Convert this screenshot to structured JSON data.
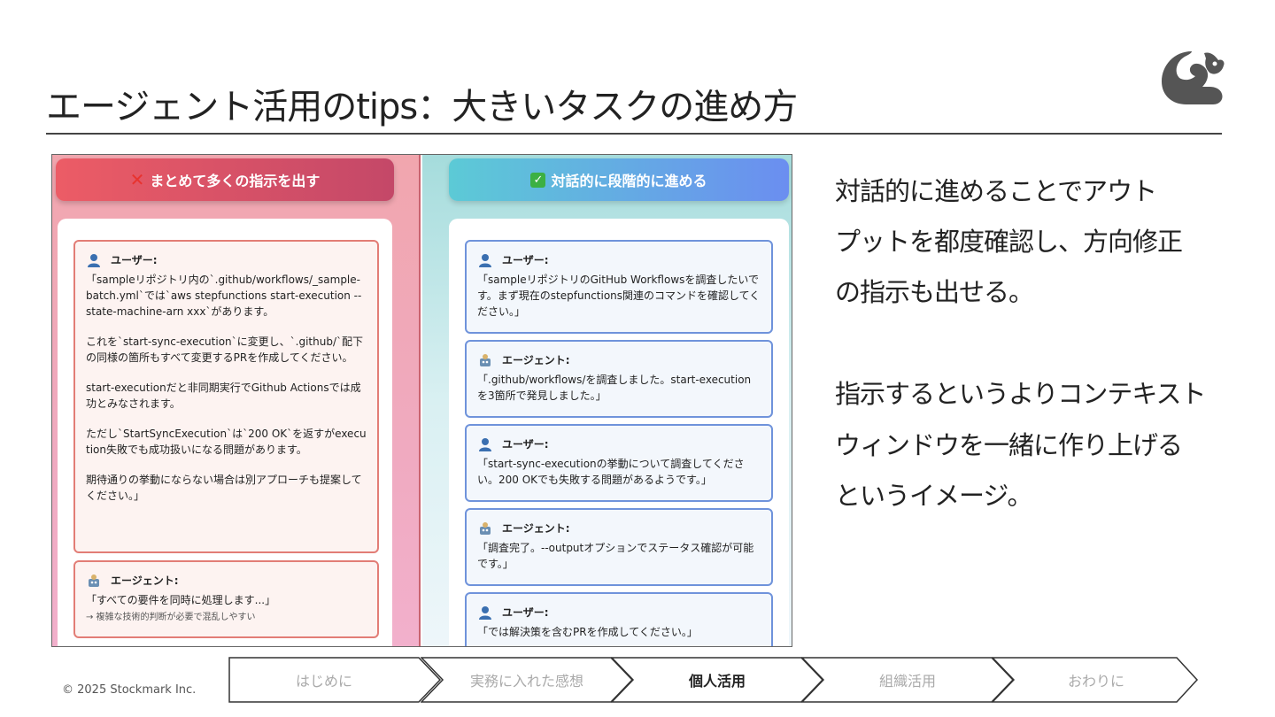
{
  "slide": {
    "title": "エージェント活用のtips：大きいタスクの進め方",
    "copyright": "© 2025 Stockmark Inc."
  },
  "left_panel": {
    "heading": "まとめて多くの指示を出す",
    "heading_icon": "cross-mark",
    "messages": [
      {
        "speaker": "ユーザー:",
        "icon": "user-icon",
        "paragraphs": [
          "「sampleリポジトリ内の`.github/workflows/_sample-batch.yml`では`aws stepfunctions start-execution --state-machine-arn xxx`があります。",
          "これを`start-sync-execution`に変更し、`.github/`配下の同様の箇所もすべて変更するPRを作成してください。",
          "start-executionだと非同期実行でGithub Actionsでは成功とみなされます。",
          "ただし`StartSyncExecution`は`200 OK`を返すがexecution失敗でも成功扱いになる問題があります。",
          "期待通りの挙動にならない場合は別アプローチも提案してください。」"
        ]
      },
      {
        "speaker": "エージェント:",
        "icon": "robot-icon",
        "paragraphs": [
          "「すべての要件を同時に処理します...」"
        ],
        "note": "→ 複雑な技術的判断が必要で混乱しやすい"
      }
    ]
  },
  "right_panel": {
    "heading": "対話的に段階的に進める",
    "heading_icon": "check-mark",
    "messages": [
      {
        "speaker": "ユーザー:",
        "icon": "user-icon",
        "text": "「sampleリポジトリのGitHub Workflowsを調査したいです。まず現在のstepfunctions関連のコマンドを確認してください。」"
      },
      {
        "speaker": "エージェント:",
        "icon": "robot-icon",
        "text": "「.github/workflows/を調査しました。start-executionを3箇所で発見しました。」"
      },
      {
        "speaker": "ユーザー:",
        "icon": "user-icon",
        "text": "「start-sync-executionの挙動について調査してください。200 OKでも失敗する問題があるようです。」"
      },
      {
        "speaker": "エージェント:",
        "icon": "robot-icon",
        "text": "「調査完了。--outputオプションでステータス確認が可能です。」"
      },
      {
        "speaker": "ユーザー:",
        "icon": "user-icon",
        "text": "「では解決策を含むPRを作成してください。」"
      }
    ]
  },
  "side_text": {
    "lines": [
      "対話的に進めることでアウト",
      "プットを都度確認し、方向修正",
      "の指示も出せる。",
      "指示するというよりコンテキスト",
      "ウィンドウを一緒に作り上げる",
      "というイメージ。"
    ]
  },
  "nav": {
    "items": [
      "はじめに",
      "実務に入れた感想",
      "個人活用",
      "組織活用",
      "おわりに"
    ],
    "active_index": 2
  },
  "colors": {
    "left_accent": "#e27d76",
    "right_accent": "#6f93db",
    "check_green": "#3cb043",
    "cross_red": "#e8332e"
  }
}
